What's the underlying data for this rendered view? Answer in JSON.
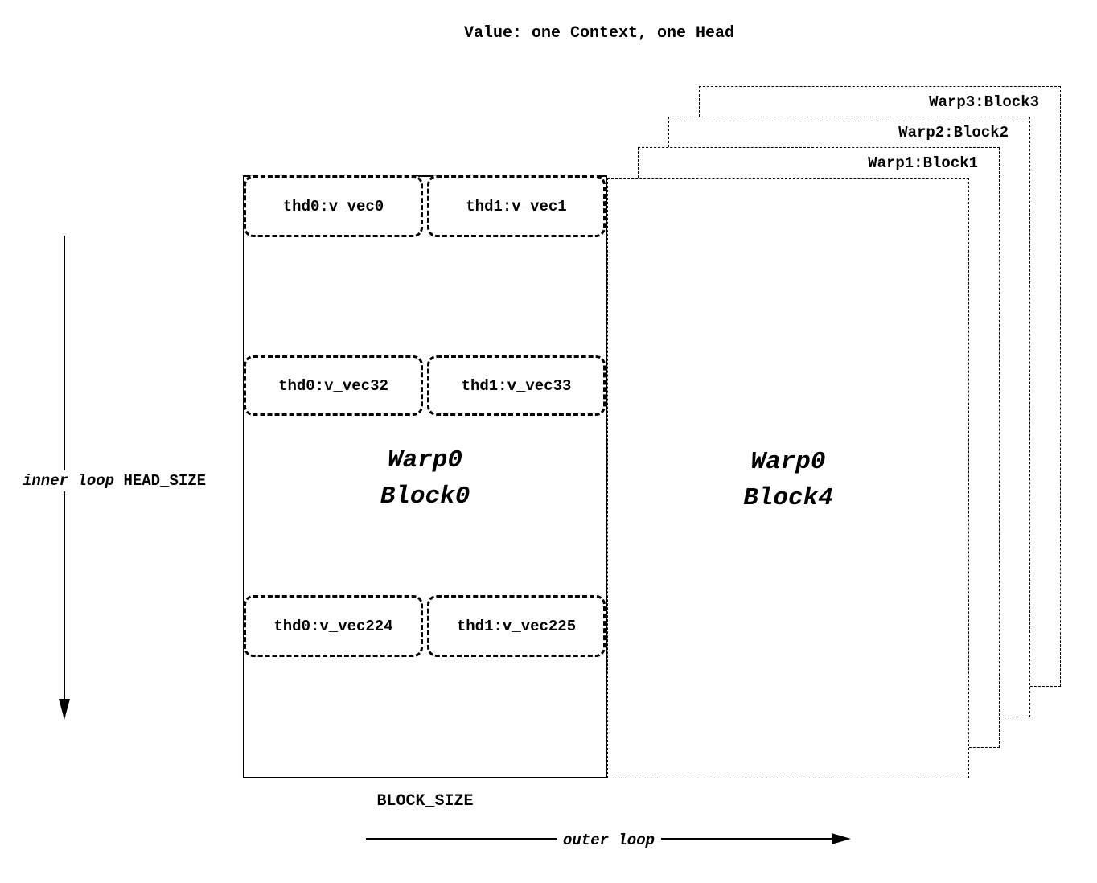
{
  "title": "Value: one Context, one Head",
  "stack": {
    "back_blocks": [
      {
        "label": "Warp3:Block3"
      },
      {
        "label": "Warp2:Block2"
      },
      {
        "label": "Warp1:Block1"
      }
    ]
  },
  "block4": {
    "line1": "Warp0",
    "line2": "Block4"
  },
  "block0": {
    "line1": "Warp0",
    "line2": "Block0",
    "thread_cells": [
      {
        "label": "thd0:v_vec0"
      },
      {
        "label": "thd1:v_vec1"
      },
      {
        "label": "thd0:v_vec32"
      },
      {
        "label": "thd1:v_vec33"
      },
      {
        "label": "thd0:v_vec224"
      },
      {
        "label": "thd1:v_vec225"
      }
    ]
  },
  "axes": {
    "inner_loop": "inner loop",
    "head_size": "HEAD_SIZE",
    "block_size": "BLOCK_SIZE",
    "outer_loop": "outer loop"
  },
  "colors": {
    "ink": "#000000",
    "background": "#ffffff"
  }
}
